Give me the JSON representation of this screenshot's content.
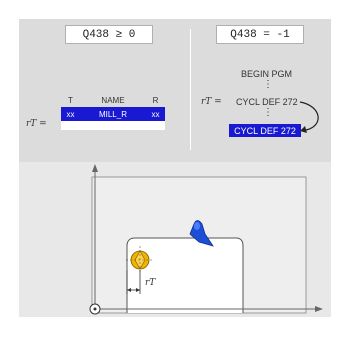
{
  "left_panel": {
    "condition": "Q438 ≥ 0",
    "rt_label": "rT =",
    "table": {
      "headers": [
        "T",
        "NAME",
        "R"
      ],
      "row": [
        "xx",
        "MILL_R",
        "xx"
      ]
    }
  },
  "right_panel": {
    "condition": "Q438 = -1",
    "begin": "BEGIN PGM",
    "rt_label": "rT =",
    "cycle_line": "CYCL DEF 272",
    "cycle_highlight": "CYCL DEF 272",
    "dots": "⋮"
  },
  "drawing": {
    "rt_label": "rT"
  },
  "colors": {
    "highlight": "#1919d2",
    "panel": "#dcdcdc",
    "tool": "#f0b400",
    "probe": "#1a4fd6"
  }
}
